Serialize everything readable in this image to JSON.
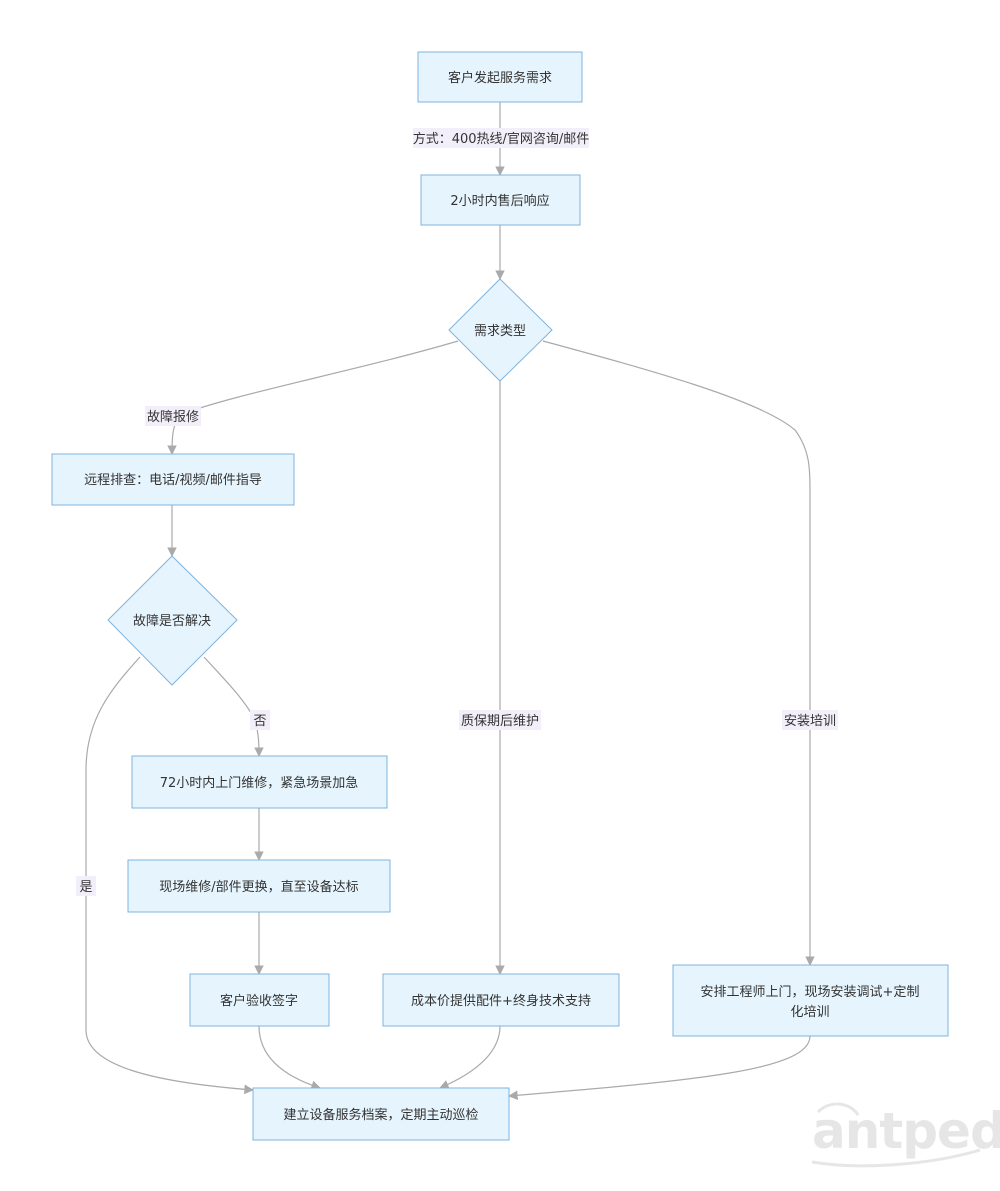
{
  "colors": {
    "node_fill": "#e6f4fd",
    "node_stroke": "#7fb3dd",
    "edge": "#aaaaaa",
    "label_bg": "#f3effa",
    "text": "#333333"
  },
  "nodes": {
    "request": "客户发起服务需求",
    "response": "2小时内售后响应",
    "type": "需求类型",
    "remote": "远程排查：电话/视频/邮件指导",
    "resolved": "故障是否解决",
    "onsite72": "72小时内上门维修，紧急场景加急",
    "repair": "现场维修/部件更换，直至设备达标",
    "accept": "客户验收签字",
    "parts": "成本价提供配件+终身技术支持",
    "install_line1": "安排工程师上门，现场安装调试+定制",
    "install_line2": "化培训",
    "archive": "建立设备服务档案，定期主动巡检"
  },
  "edge_labels": {
    "method": "方式：400热线/官网咨询/邮件",
    "fault": "故障报修",
    "warranty": "质保期后维护",
    "training": "安装培训",
    "no": "否",
    "yes": "是"
  },
  "watermark": "antpedia"
}
